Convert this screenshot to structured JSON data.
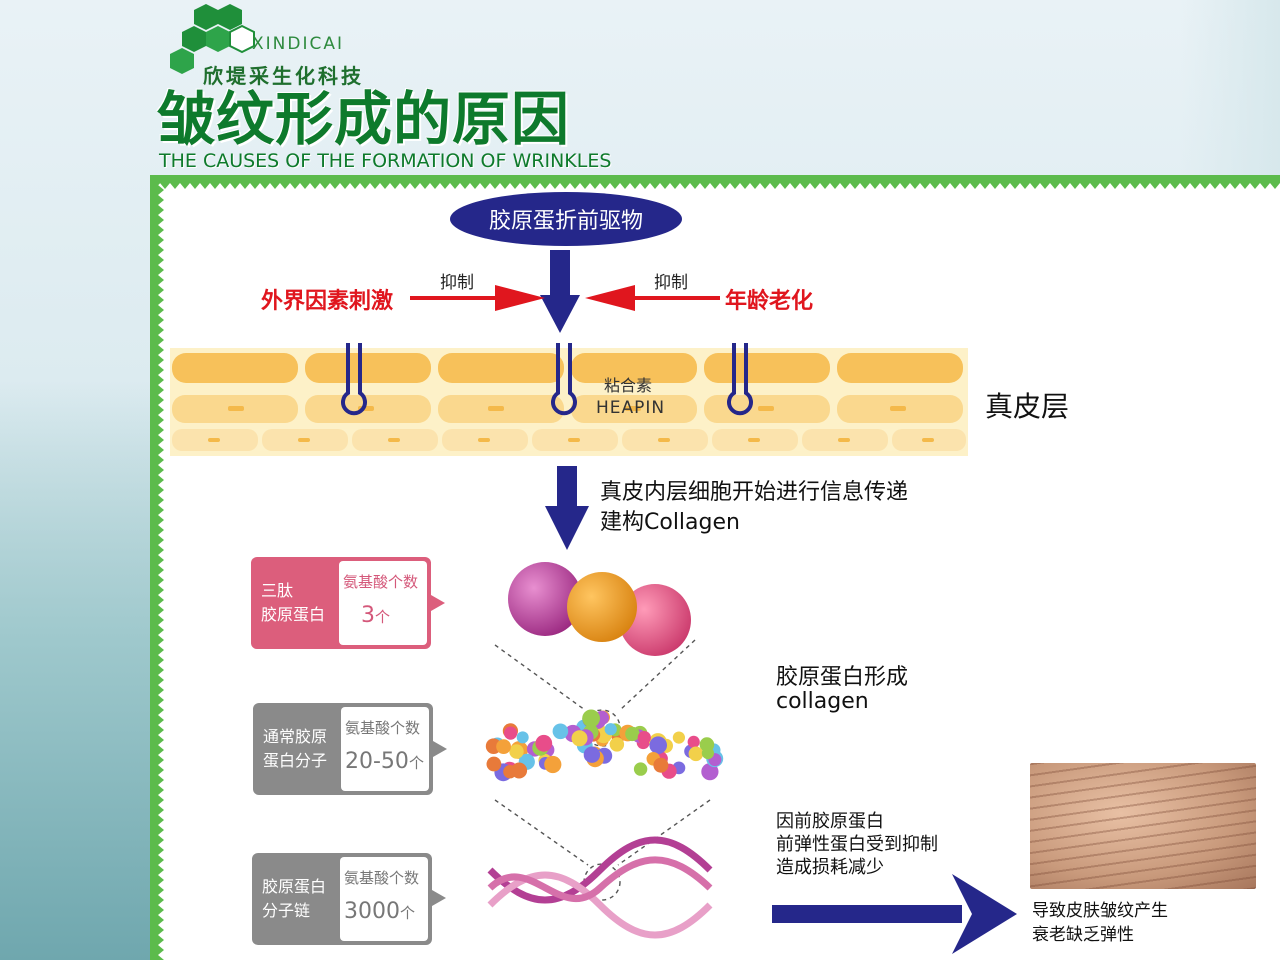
{
  "brand": {
    "name_en": "XINDICAI",
    "name_cn": "欣堤采生化科技",
    "colors": {
      "green_dark": "#0e7a2c",
      "green_light": "#5cbb4c"
    }
  },
  "title": {
    "cn": "皱纹形成的原因",
    "en": "THE CAUSES OF THE FORMATION OF WRINKLES"
  },
  "top": {
    "precursor": "胶原蛋折前驱物",
    "external_factor": "外界因素刺激",
    "aging": "年龄老化",
    "inhibit_left": "抑制",
    "inhibit_right": "抑制",
    "heparin_cn": "粘合素",
    "heparin_en": "HEAPIN",
    "dermis": "真皮层"
  },
  "signal": {
    "line1": "真皮内层细胞开始进行信息传递",
    "line2": "建构Collagen"
  },
  "cards": [
    {
      "label_line1": "三肽",
      "label_line2": "胶原蛋白",
      "caption": "氨基酸个数",
      "number": "3",
      "unit": "个"
    },
    {
      "label_line1": "通常胶原",
      "label_line2": "蛋白分子",
      "caption": "氨基酸个数",
      "number": "20-50",
      "unit": "个"
    },
    {
      "label_line1": "胶原蛋白",
      "label_line2": "分子链",
      "caption": "氨基酸个数",
      "number": "3000",
      "unit": "个"
    }
  ],
  "formation": {
    "line1": "胶原蛋白形成",
    "line2": "collagen"
  },
  "cause": {
    "line1": "因前胶原蛋白",
    "line2": "前弹性蛋白受到抑制",
    "line3": "造成损耗减少"
  },
  "result": {
    "line1": "导致皮肤皱纹产生",
    "line2": "衰老缺乏弹性"
  },
  "colors": {
    "navy": "#25278a",
    "red": "#e0161e",
    "pink": "#dc5e7c",
    "gray": "#8a8a8a",
    "skin_top": "#f7c15a",
    "skin_mid": "#fad88e",
    "skin_bottom": "#fbe3ad"
  }
}
